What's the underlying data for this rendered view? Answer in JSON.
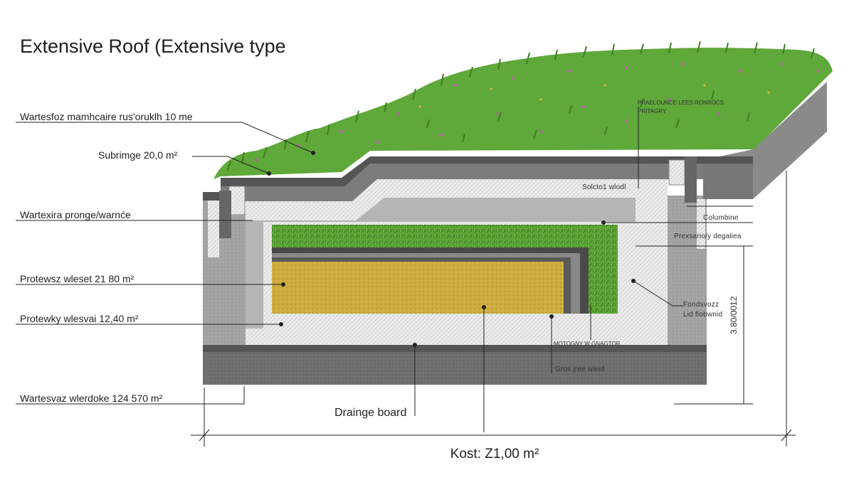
{
  "title": "Extensive Roof (Extensive type",
  "labels": {
    "left_1": "Wartesfoz mamhcaire rus'oruklh 10 me",
    "left_2": "Subrimge 20,0 m²",
    "left_3": "Wartexira pronge/warnće",
    "left_4": "Protewsz wleset 21 80 m²",
    "left_5": "Protewky wlesvai 12,40 m²",
    "left_6": "Wartesvaz wlerdoke 124 570 m²",
    "top_right_1": "PRAELOUNCE LEES RONROCS",
    "top_right_2": "PRITAGRY",
    "solcto": "Solcto1 wlodl",
    "columbine": "Columbine",
    "prexsario": "Prexsario/y degaliea",
    "fondsvez": "Fondsvozz",
    "lid": "Lid flobwnid",
    "motogy": "MOTOGNY W GNAGTOR",
    "gros": "Gros jree wleid",
    "drainge": "Drainge board",
    "vertical": "3.80/0012",
    "cost": "Kost: Z1,00 m²"
  },
  "colors": {
    "vegetation": "#5fa83a",
    "vegetation_dark": "#3f7f22",
    "flower": "#c25ab2",
    "concrete": "#9b9b9b",
    "concrete_dark": "#6e6e6e",
    "gravel": "#e6e6e6",
    "substrate": "#d1b040",
    "ground": "#707070"
  }
}
